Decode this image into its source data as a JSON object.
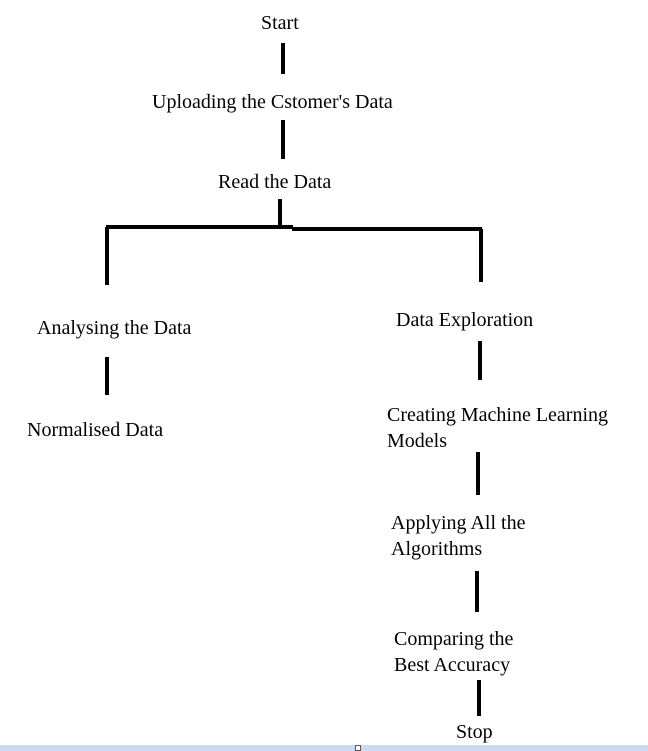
{
  "flowchart": {
    "start": "Start",
    "upload": "Uploading the Cstomer's Data",
    "read": "Read the Data",
    "analyse": "Analysing the Data",
    "normalised": "Normalised Data",
    "explore": "Data Exploration",
    "create_models": "Creating Machine Learning\nModels",
    "apply_algorithms": "Applying All the\nAlgorithms",
    "compare": "Comparing the\nBest Accuracy",
    "stop": "Stop"
  }
}
